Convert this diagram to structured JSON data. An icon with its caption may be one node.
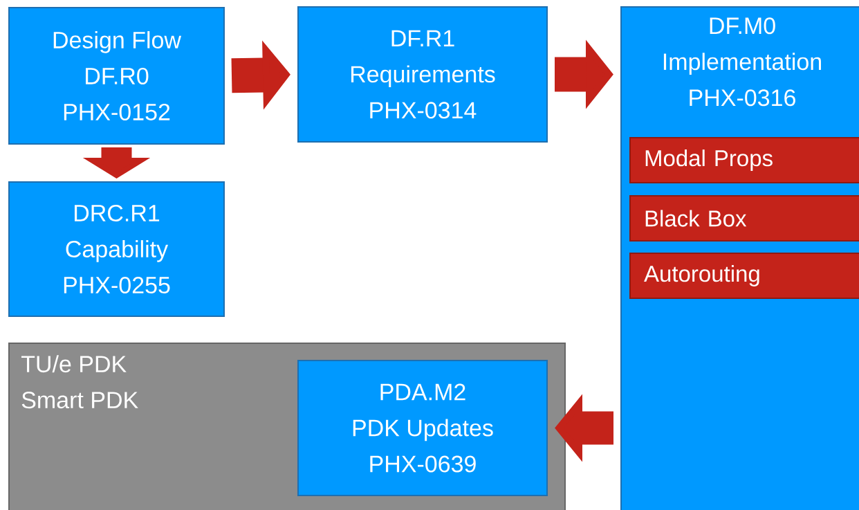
{
  "diagram": {
    "nodes": [
      {
        "text": [
          "Design Flow",
          "DF.R0",
          "PHX-0152"
        ]
      },
      {
        "text": [
          "DRC.R1",
          "Capability",
          "PHX-0255"
        ]
      },
      {
        "text": [
          "DF.R1",
          "Requirements",
          "PHX-0314"
        ]
      },
      {
        "text": [
          "DF.M0",
          "Implementation",
          "PHX-0316"
        ]
      },
      {
        "text": [
          "Modal Props"
        ],
        "in": 3
      },
      {
        "text": [
          "Black Box"
        ],
        "in": 3
      },
      {
        "text": [
          "Autorouting"
        ],
        "in": 3
      },
      {
        "text": [
          "TU/e PDK",
          "Smart PDK"
        ]
      },
      {
        "text": [
          "PDA.M2",
          "PDK Updates",
          "PHX-0639"
        ],
        "in": 7
      }
    ],
    "edges": [
      {
        "from": 0,
        "to": 2,
        "arrow": "to"
      },
      {
        "from": 0,
        "to": 1,
        "arrow": "to"
      },
      {
        "from": 2,
        "to": 3,
        "arrow": "to"
      },
      {
        "from": 3,
        "to": 8,
        "arrow": "to"
      }
    ]
  }
}
